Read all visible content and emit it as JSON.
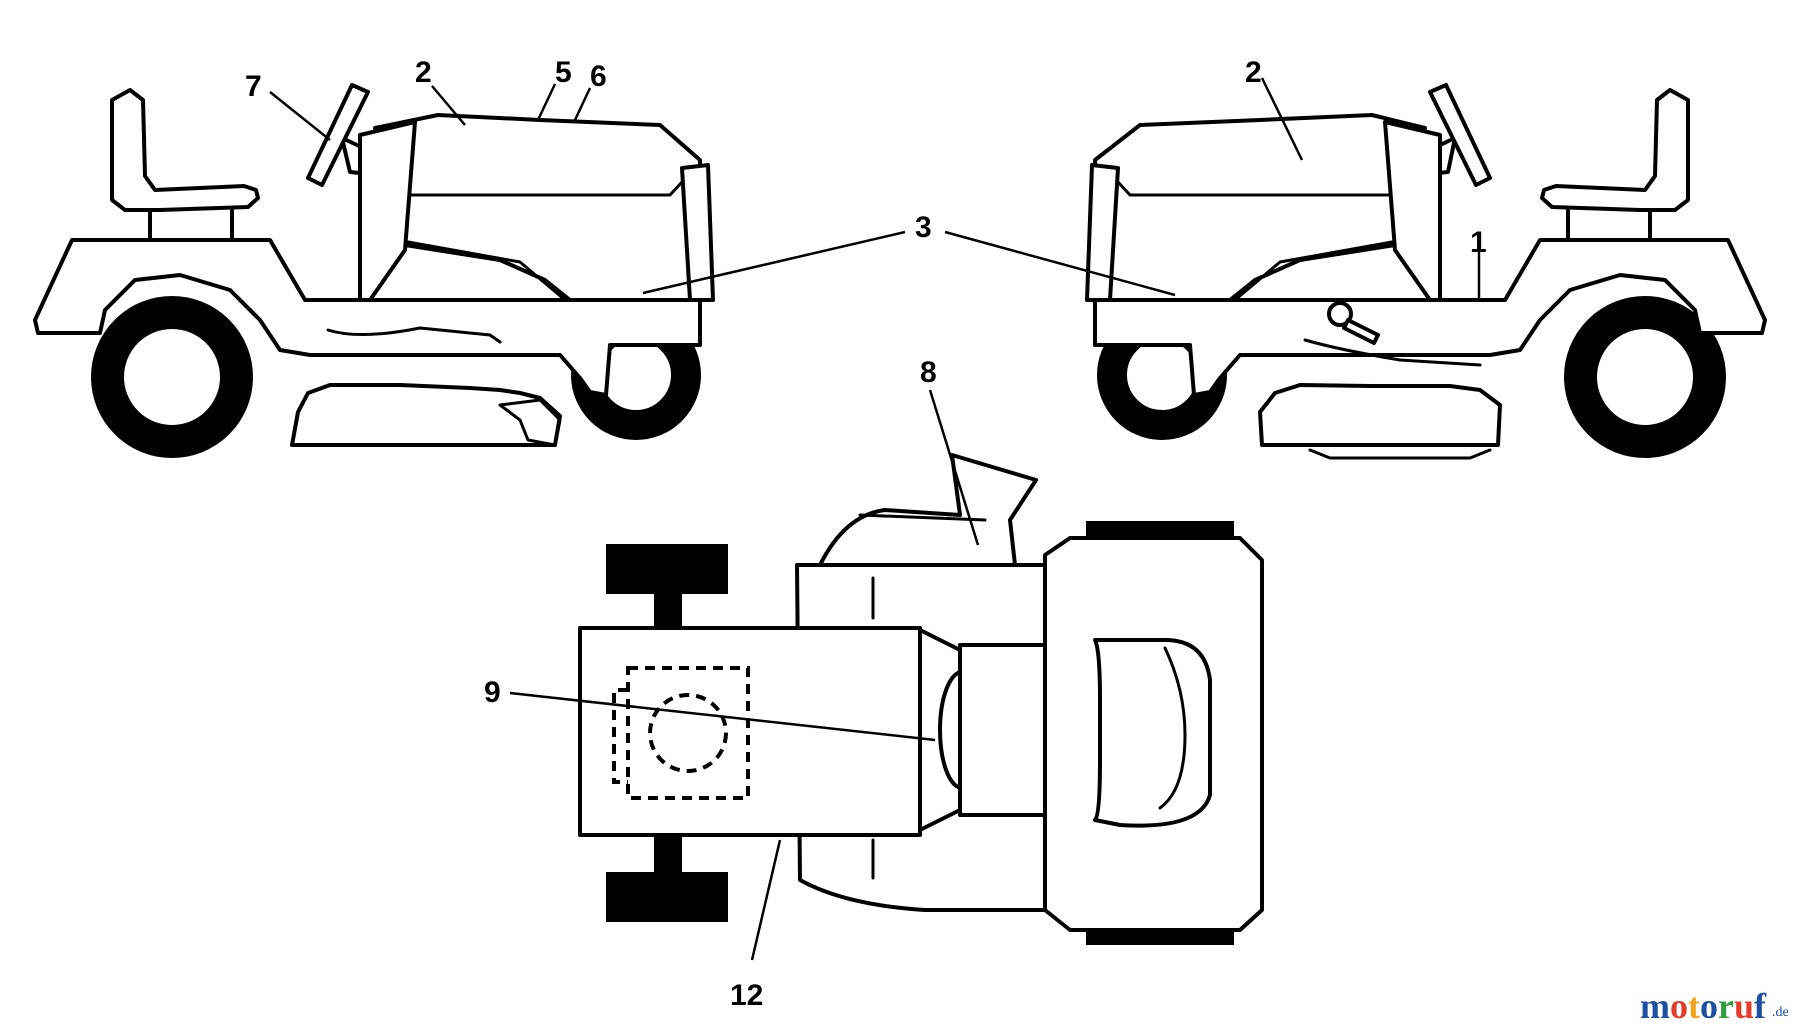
{
  "callouts": {
    "left_1": "7",
    "left_2": "2",
    "left_3": "5",
    "left_4": "6",
    "center_3": "3",
    "right_2": "2",
    "right_1": "1",
    "top_8": "8",
    "top_9": "9",
    "top_12": "12"
  },
  "watermark": {
    "letters": [
      "m",
      "o",
      "t",
      "o",
      "r",
      "u",
      "f"
    ],
    "colors": [
      "#1e4fa3",
      "#e53b2b",
      "#f4a21b",
      "#1e4fa3",
      "#2f9b3d",
      "#e53b2b",
      "#1e4fa3"
    ],
    "suffix": ".de"
  }
}
